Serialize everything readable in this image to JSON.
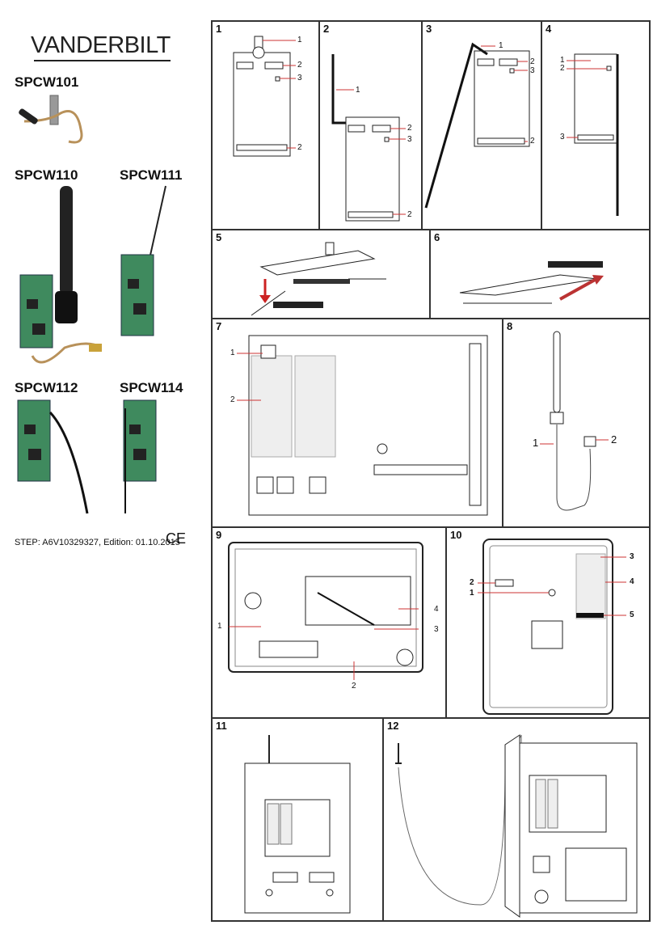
{
  "brand": "VANDERBILT",
  "products": {
    "p1": "SPCW101",
    "p2": "SPCW110",
    "p3": "SPCW111",
    "p4": "SPCW112",
    "p5": "SPCW114"
  },
  "footer": {
    "step": "STEP: A6V10329327, Edition: 01.10.2015",
    "ce": "CE"
  },
  "panels": [
    "1",
    "2",
    "3",
    "4",
    "5",
    "6",
    "7",
    "8",
    "9",
    "10",
    "11",
    "12"
  ],
  "callouts": {
    "n1": "1",
    "n2": "2",
    "n3": "3",
    "n4": "4",
    "n5": "5"
  }
}
